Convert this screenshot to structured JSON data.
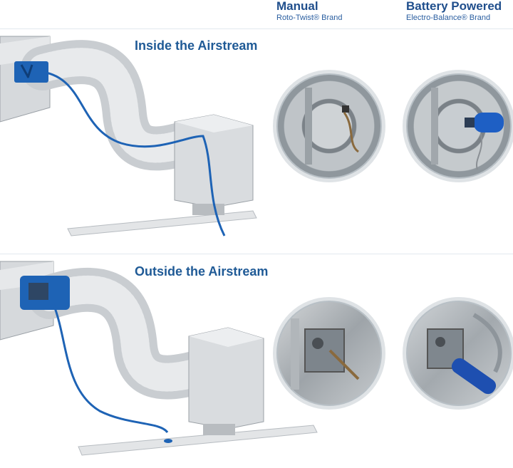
{
  "columns": {
    "manual": {
      "title": "Manual",
      "subtitle": "Roto-Twist® Brand"
    },
    "battery": {
      "title": "Battery Powered",
      "subtitle": "Electro-Balance® Brand"
    }
  },
  "sections": {
    "inside": {
      "title": "Inside the Airstream"
    },
    "outside": {
      "title": "Outside the Airstream"
    }
  },
  "colors": {
    "brand_blue": "#1f5a96",
    "accent_blue": "#1e63b5",
    "duct_gray": "#c9cdd1",
    "rim_gray": "#dfe3e6"
  },
  "icons": [
    "damper-actuator-icon",
    "battery-motor-icon",
    "cable-icon"
  ]
}
